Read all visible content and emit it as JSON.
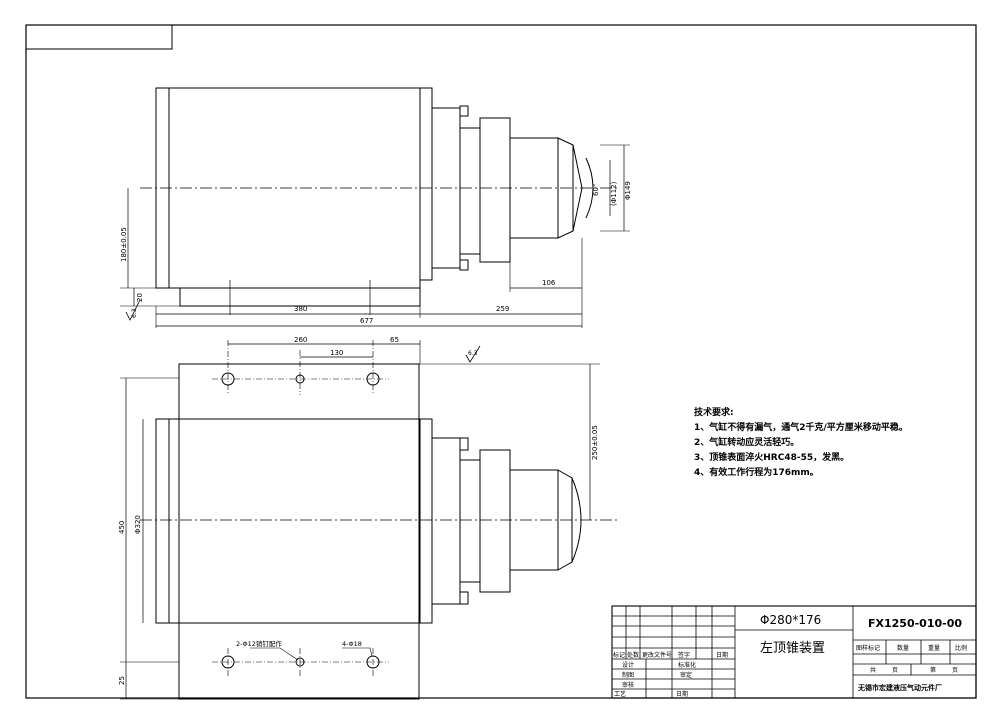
{
  "top_view": {
    "dimensions": {
      "height": "180±0.05",
      "base_thk": "20",
      "len_left": "380",
      "len_right": "259",
      "len_total": "677",
      "shaft": "106",
      "cone_angle": "60°",
      "dia_inner": "(Φ112)",
      "dia_outer": "Φ149",
      "roughness": "6.3"
    }
  },
  "front_view": {
    "dimensions": {
      "d260": "260",
      "d130": "130",
      "d65": "65",
      "height": "450",
      "bore": "Φ320",
      "center_h": "250±0.05",
      "bottom": "25",
      "roughness": "6.3"
    },
    "callouts": {
      "pin_holes": "2-Φ12销钉配作",
      "bolt_holes": "4-Φ18"
    }
  },
  "notes": {
    "title": "技术要求:",
    "items": [
      "1、气缸不得有漏气，通气2千克/平方厘米移动平稳。",
      "2、气缸转动应灵活轻巧。",
      "3、顶锥表面淬火HRC48-55，发黑。",
      "4、有效工作行程为176mm。"
    ]
  },
  "title_block": {
    "spec": "Φ280*176",
    "name": "左顶锥装置",
    "drawing_no": "FX1250-010-00",
    "headers": [
      "标记",
      "处数",
      "更改文件号",
      "签字",
      "日期"
    ],
    "design": "设计",
    "standardize": "标准化",
    "draw": "制图",
    "review": "审定",
    "check": "审核",
    "process": "工艺",
    "date": "日期",
    "stage_mark": "图样标记",
    "qty": "数量",
    "weight": "重量",
    "scale": "比例",
    "total": "共",
    "sheet": "第",
    "page": "页",
    "company": "无锡市宏建液压气动元件厂"
  }
}
